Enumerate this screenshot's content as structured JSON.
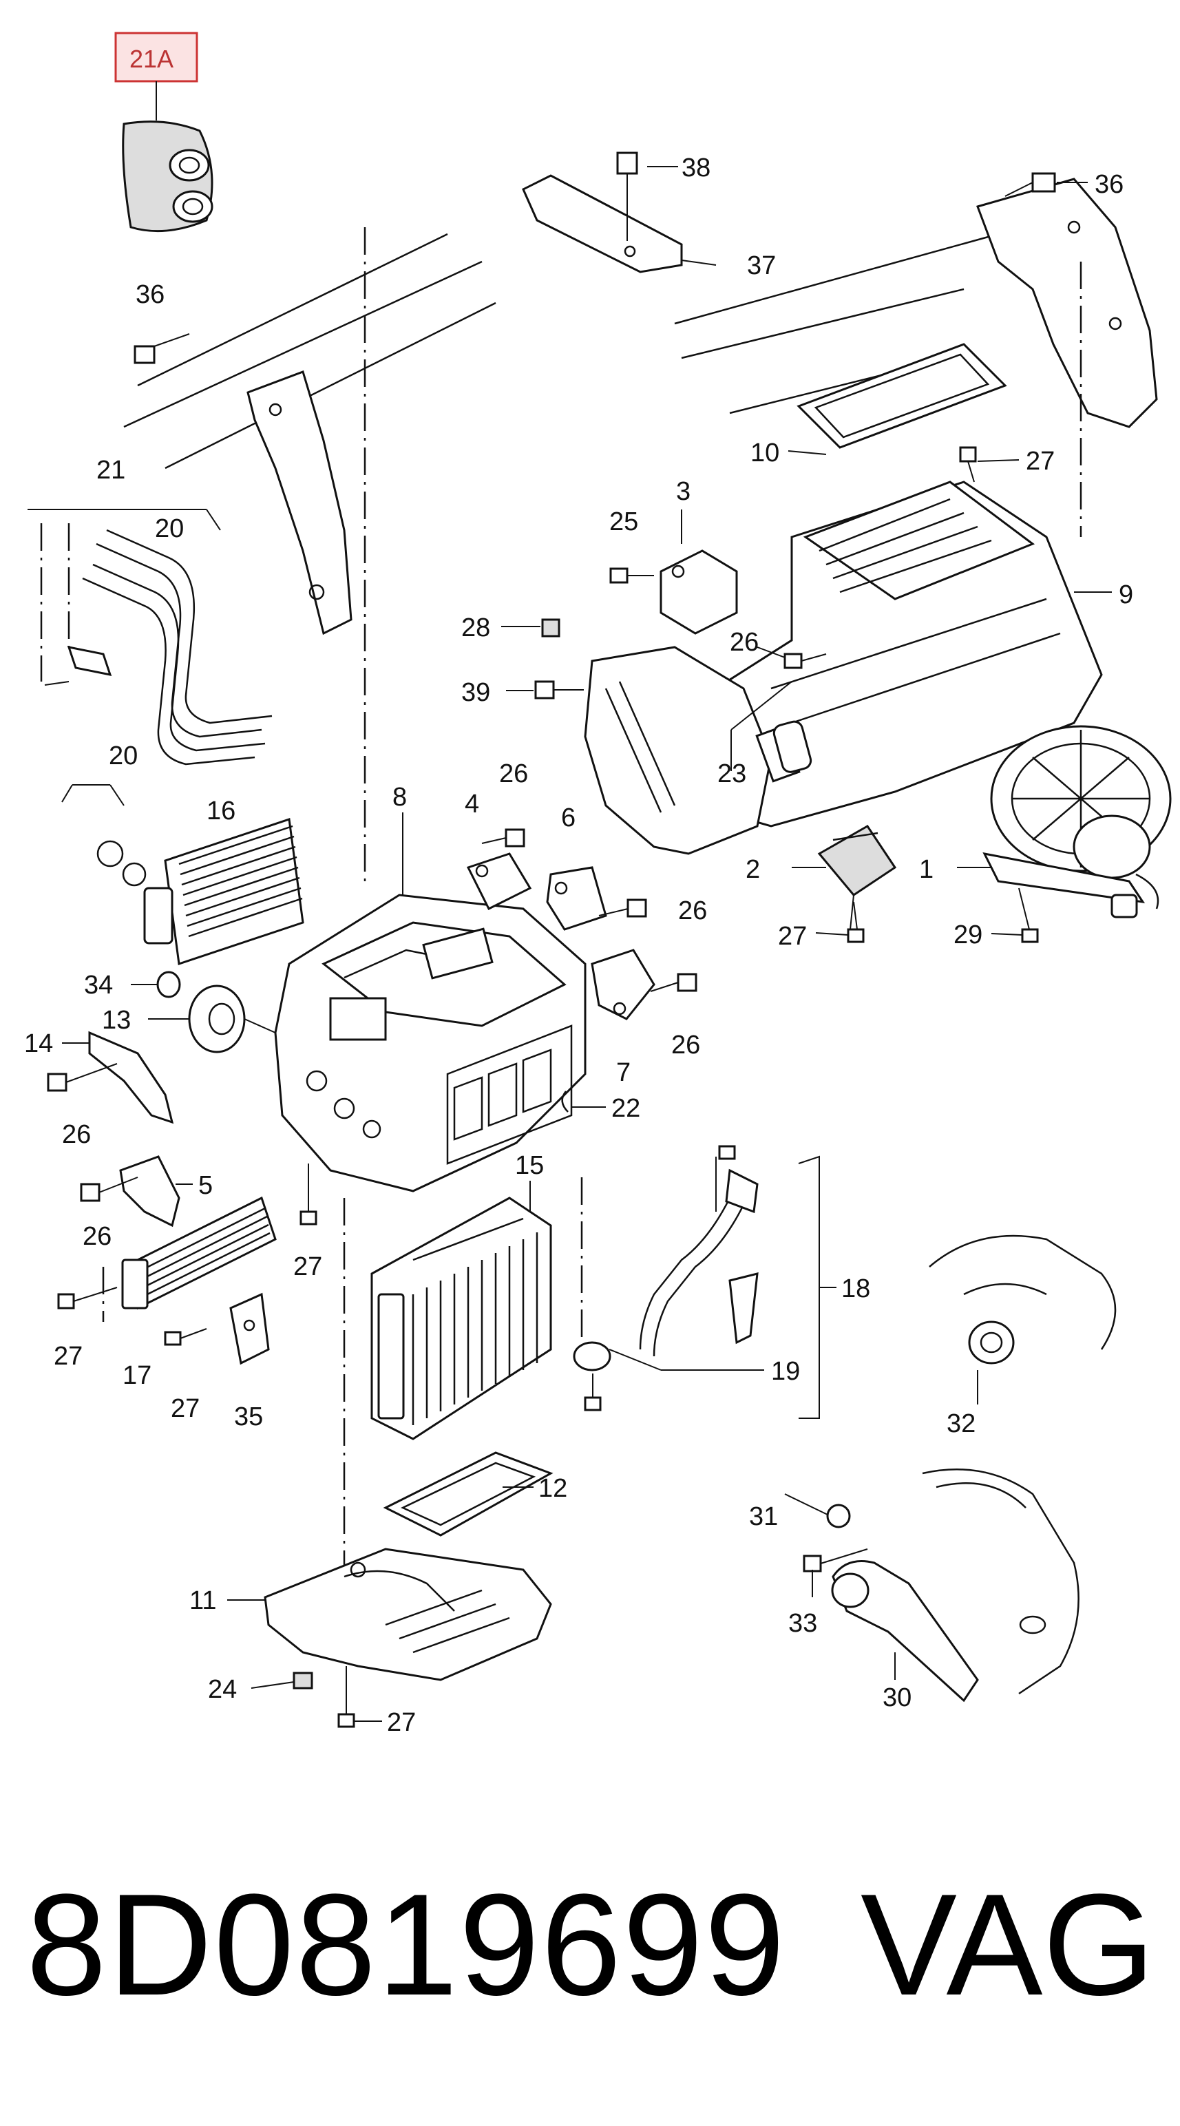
{
  "diagram": {
    "tag_label": "21A",
    "callouts": [
      "38",
      "37",
      "36",
      "36",
      "10",
      "27",
      "3",
      "25",
      "9",
      "28",
      "26",
      "39",
      "23",
      "21",
      "20",
      "20",
      "16",
      "8",
      "4",
      "26",
      "6",
      "26",
      "2",
      "1",
      "27",
      "29",
      "34",
      "13",
      "14",
      "26",
      "7",
      "26",
      "22",
      "26",
      "5",
      "26",
      "27",
      "15",
      "18",
      "27",
      "17",
      "27",
      "35",
      "19",
      "32",
      "12",
      "31",
      "33",
      "11",
      "30",
      "24",
      "27"
    ]
  },
  "footer": {
    "part_number": "8D0819699",
    "brand": "VAG"
  }
}
